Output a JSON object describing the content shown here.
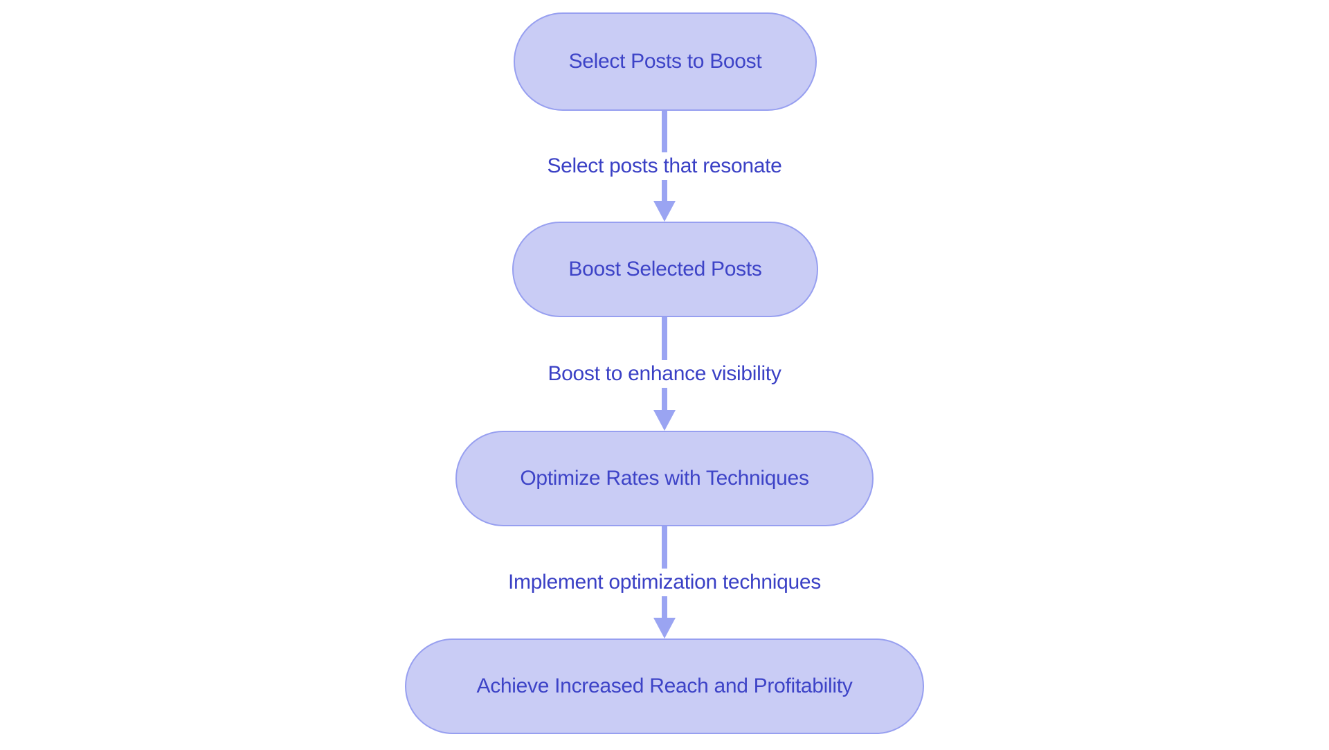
{
  "diagram": {
    "type": "flowchart",
    "direction": "top-down",
    "nodes": [
      {
        "id": "select-posts",
        "label": "Select Posts to Boost"
      },
      {
        "id": "boost-posts",
        "label": "Boost Selected Posts"
      },
      {
        "id": "optimize-rates",
        "label": "Optimize Rates with Techniques"
      },
      {
        "id": "achieve-reach",
        "label": "Achieve Increased Reach and Profitability"
      }
    ],
    "edges": [
      {
        "from": "select-posts",
        "to": "boost-posts",
        "label": "Select posts that resonate"
      },
      {
        "from": "boost-posts",
        "to": "optimize-rates",
        "label": "Boost to enhance visibility"
      },
      {
        "from": "optimize-rates",
        "to": "achieve-reach",
        "label": "Implement optimization techniques"
      }
    ],
    "colors": {
      "background": "#ffffff",
      "node_fill": "#c9ccf5",
      "node_border": "#979ff0",
      "arrow": "#9aa4f2",
      "node_text": "#3d43c7",
      "edge_label_text": "#3a40c5"
    }
  }
}
